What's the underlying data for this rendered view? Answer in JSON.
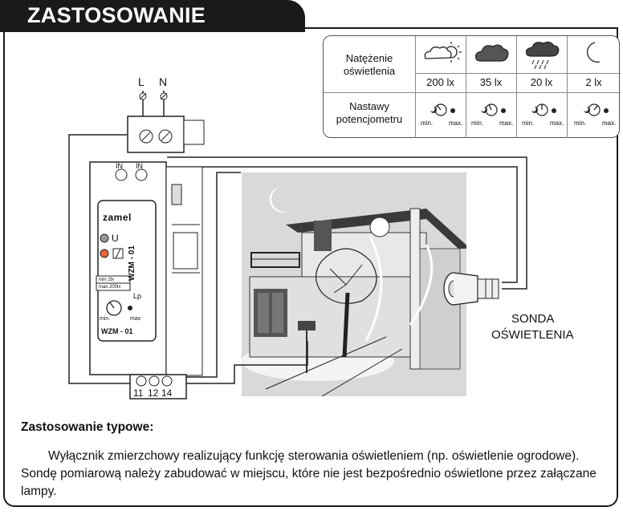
{
  "header": {
    "title": "ZASTOSOWANIE"
  },
  "table": {
    "row1_label": "Natężenie oświetlenia",
    "row2_label": "Nastawy potencjometru",
    "lux_values": [
      "200 lx",
      "35 lx",
      "20 lx",
      "2 lx"
    ],
    "weather_icons": [
      "partly-cloudy-sun-icon",
      "dark-cloud-icon",
      "rain-cloud-icon",
      "crescent-moon-icon"
    ],
    "knob_min": "min.",
    "knob_max": "max."
  },
  "device": {
    "terminals_top": [
      "L",
      "N"
    ],
    "terminal_in_labels": [
      "IN",
      "IN"
    ],
    "brand": "zamel",
    "led_u": "U",
    "range_min": "min 2lx",
    "range_max": "max 200lx",
    "lp_label": "Lp",
    "knob_min": "min.",
    "knob_max": "max",
    "model": "WZM - 01",
    "side_model": "WZM - 01",
    "terminals_bottom": [
      "11",
      "12",
      "14"
    ]
  },
  "sonda_label_line1": "SONDA",
  "sonda_label_line2": "OŚWIETLENIA",
  "section": {
    "title": "Zastosowanie typowe:",
    "paragraph": "Wyłącznik zmierzchowy realizujący funkcję sterowania oświetleniem (np. oświetlenie ogrodowe). Sondę pomiarową należy zabudować w miejscu, które nie jest bezpośrednio oświetlone przez załączane lampy."
  },
  "colors": {
    "dark": "#1a1a1a",
    "photo_bg": "#d9d9d9",
    "led_orange": "#e8643c"
  }
}
